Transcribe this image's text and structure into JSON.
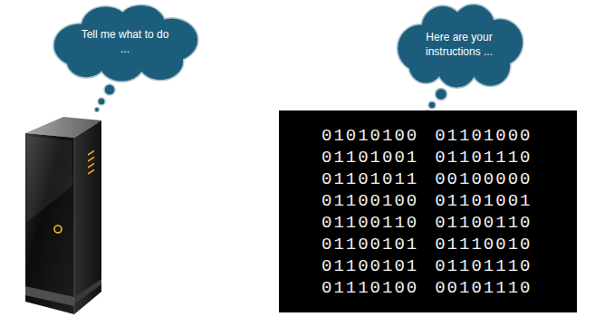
{
  "diagram": {
    "nodes": [
      {
        "text": [
          "Tell me what to do ..."
        ]
      },
      {
        "text": [
          "Here are your instructions ..."
        ]
      },
      {
        "text": [
          "01010100",
          "01101000",
          "01101001",
          "01101110",
          "01101011",
          "00100000",
          "01100100",
          "01101001",
          "01100110",
          "01100110",
          "01100101",
          "01110010",
          "01100101",
          "01101110",
          "01110100",
          "00101110"
        ]
      }
    ]
  }
}
